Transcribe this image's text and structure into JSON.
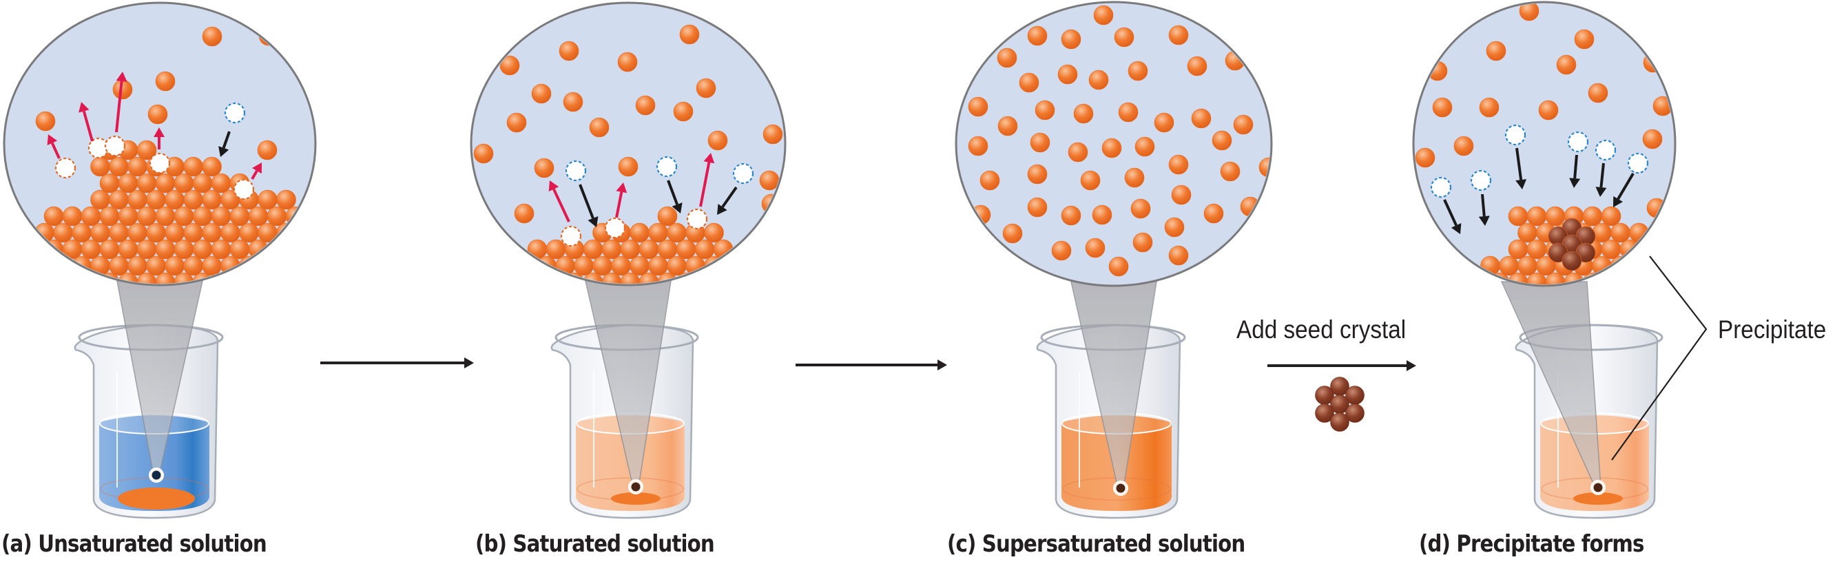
{
  "figure": {
    "title": "Unsaturated, saturated, and supersaturated solutions",
    "colors": {
      "particle": "#f0782d",
      "particle_highlight": "#fbc49c",
      "seed": "#8b3f28",
      "seed_highlight": "#c98a72",
      "zoom_bg": "#d1ddef",
      "zoom_border": "#7a7a7c",
      "escape_arrow": "#e0194f",
      "deposit_arrow": "#1a1a1a",
      "vacancy_border_dissolving": "#e06b25",
      "vacancy_border_depositing": "#2a87c8",
      "liquid_unsaturated": "#5b93d6",
      "liquid_saturated": "#f9b98d",
      "liquid_supersaturated": "#f48a45",
      "liquid_precipitate": "#f9b98d",
      "text": "#231f20"
    }
  },
  "panels": [
    {
      "id": "a",
      "label": "(a) Unsaturated solution",
      "liquid": "liquid_unsaturated",
      "solid_pile": "large",
      "process": "net dissolution"
    },
    {
      "id": "b",
      "label": "(b) Saturated solution",
      "liquid": "liquid_saturated",
      "solid_pile": "small",
      "process": "dynamic equilibrium"
    },
    {
      "id": "c",
      "label": "(c) Supersaturated solution",
      "liquid": "liquid_supersaturated",
      "solid_pile": "none",
      "process": "all dissolved"
    },
    {
      "id": "d",
      "label": "(d) Precipitate forms",
      "liquid": "liquid_precipitate",
      "solid_pile": "small",
      "process": "crystallization on seed"
    }
  ],
  "transitions": [
    {
      "from": "a",
      "to": "b",
      "label": ""
    },
    {
      "from": "b",
      "to": "c",
      "label": ""
    },
    {
      "from": "c",
      "to": "d",
      "label": "Add seed crystal"
    }
  ],
  "annotations": {
    "seed_step": "Add seed crystal",
    "precipitate": "Precipitate"
  },
  "legend_semantics": {
    "red_arrow": "particle leaving solid (dissolving)",
    "black_arrow": "particle joining solid (depositing)",
    "dashed_orange_circle": "vacancy left by dissolved particle",
    "dashed_blue_circle": "former position of particle that deposited"
  }
}
